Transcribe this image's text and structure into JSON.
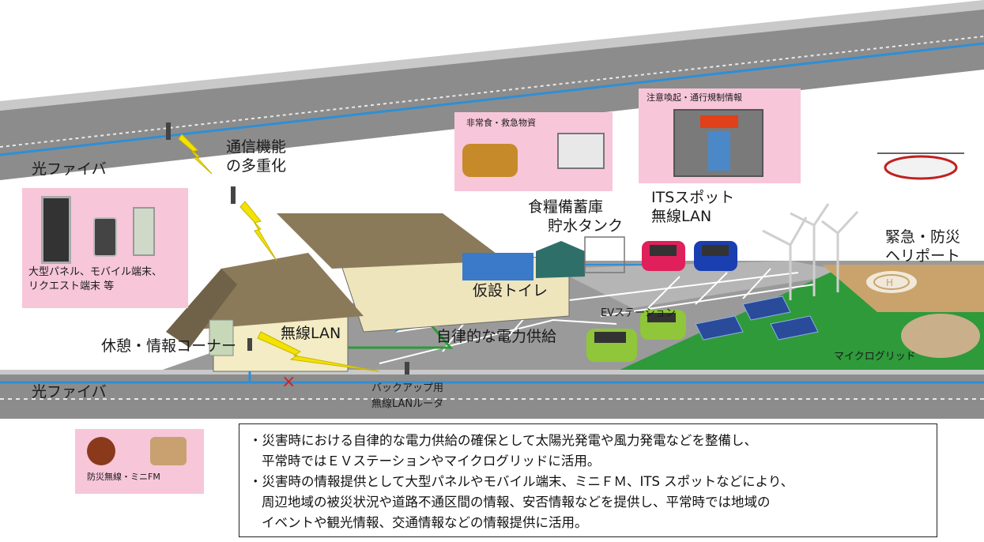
{
  "labels": {
    "fiber_top": "光ファイバ",
    "fiber_bottom": "光ファイバ",
    "multiplex": [
      "通信機能",
      "の多重化"
    ],
    "devices": [
      "大型パネル、モバイル端末、",
      "リクエスト端末 等"
    ],
    "rest_corner": "休憩・情報コーナー",
    "wireless_lan": "無線LAN",
    "backup_router": [
      "バックアップ用",
      "無線LANルータ"
    ],
    "radio": "防災無線・ミニFM",
    "food_supplies": "非常食・救急物資",
    "food_storage": "食糧備蓄庫",
    "water_tank": "貯水タンク",
    "temp_toilet": "仮設トイレ",
    "self_power": "自律的な電力供給",
    "its_spot": [
      "ITSスポット",
      "無線LAN"
    ],
    "alert_info": "注意喚起・通行規制情報",
    "ev_station": "EVステーション",
    "microgrid": "マイクログリッド",
    "heliport": [
      "緊急・防災",
      "ヘリポート"
    ]
  },
  "notes": [
    {
      "line1": "・災害時における自律的な電力供給の確保として太陽光発電や風力発電などを整備し、",
      "line2": "平常時ではＥＶステーションやマイクログリッドに活用。"
    },
    {
      "line1": "・災害時の情報提供として大型パネルやモバイル端末、ミニＦＭ、ITS スポットなどにより、",
      "line2": "周辺地域の被災状況や道路不通区間の情報、安否情報などを提供し、平常時では地域の",
      "line3": "イベントや観光情報、交通情報などの情報提供に活用。"
    }
  ],
  "colors": {
    "road": "#8a8a8a",
    "fiber": "#2e8fd6",
    "callout": "#f7c6d9",
    "roof": "#8a7a5a",
    "wall": "#f3ecc4",
    "grass": "#2e9a3a",
    "lightning": "#f2e300"
  }
}
